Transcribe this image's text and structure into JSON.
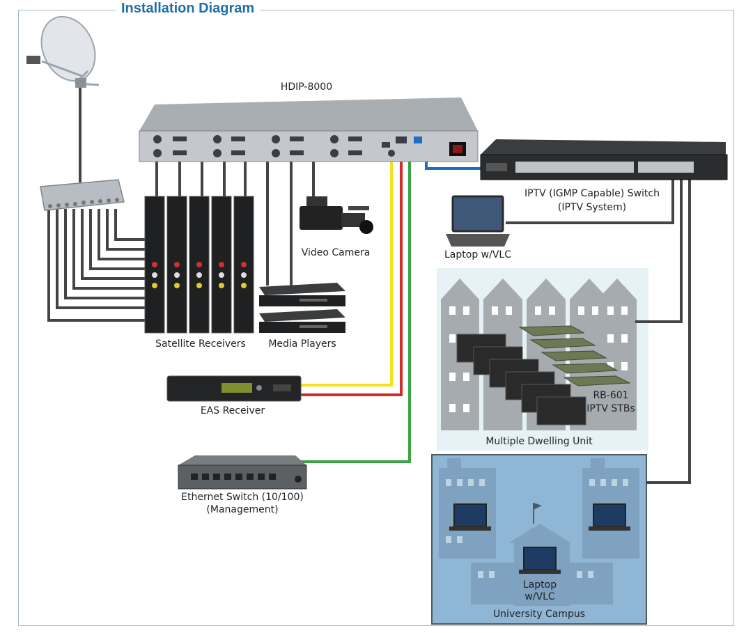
{
  "title": "Installation Diagram",
  "labels": {
    "hdip": "HDIP-8000",
    "switch_l1": "IPTV (IGMP Capable) Switch",
    "switch_l2": "(IPTV System)",
    "laptop_vlc": "Laptop w/VLC",
    "video_camera": "Video Camera",
    "satellite_receivers": "Satellite Receivers",
    "media_players": "Media Players",
    "eas_receiver": "EAS Receiver",
    "eth_switch_l1": "Ethernet Switch (10/100)",
    "eth_switch_l2": "(Management)",
    "rb601_l1": "RB-601",
    "rb601_l2": "IPTV STBs",
    "mdu": "Multiple Dwelling Unit",
    "campus_laptop_l1": "Laptop",
    "campus_laptop_l2": "w/VLC",
    "university": "University Campus"
  },
  "colors": {
    "frame": "#9fb7c4",
    "title": "#1f6fa6",
    "cable_gray": "#444444",
    "cable_yellow": "#f2e21b",
    "cable_red": "#d22b2b",
    "cable_green": "#3aa444",
    "cable_blue": "#1f6fc0",
    "campus_fill": "#8fb6d4",
    "mdu_fill": "#e6f2f6"
  }
}
